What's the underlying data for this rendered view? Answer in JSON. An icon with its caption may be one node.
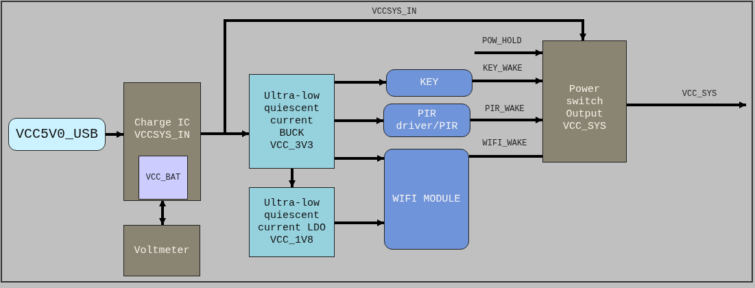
{
  "diagram": {
    "nodes": [
      {
        "text": [
          "VCC5V0_USB"
        ]
      },
      {
        "text": [
          "Charge IC VCCSYS_IN"
        ]
      },
      {
        "text": [
          "VCC_BAT"
        ],
        "in": 1
      },
      {
        "text": [
          "Voltmeter"
        ]
      },
      {
        "text": [
          "Ultra-low quiescent current BUCK VCC_3V3"
        ]
      },
      {
        "text": [
          "Ultra-low quiescent current LDO VCC_1V8"
        ]
      },
      {
        "text": [
          "KEY"
        ]
      },
      {
        "text": [
          "PIR driver/PIR"
        ]
      },
      {
        "text": [
          "WIFI MODULE"
        ]
      },
      {
        "text": [
          "Power switch Output VCC_SYS"
        ]
      }
    ],
    "edges": [
      {
        "from": 0,
        "to": 1,
        "arrow": "to"
      },
      {
        "from": 1,
        "to": 4,
        "arrow": "to"
      },
      {
        "from": 1,
        "to": 9,
        "arrow": "to",
        "label": "VCCSYS_IN"
      },
      {
        "from": 4,
        "to": 6,
        "arrow": "to"
      },
      {
        "from": 4,
        "to": 7,
        "arrow": "to"
      },
      {
        "from": 4,
        "to": 8,
        "arrow": "to"
      },
      {
        "from": 4,
        "to": 5,
        "arrow": "to"
      },
      {
        "from": 5,
        "to": 8,
        "arrow": "to"
      },
      {
        "from": 2,
        "to": 3,
        "arrow": "both"
      },
      {
        "from": 6,
        "to": 9,
        "arrow": "to",
        "label": "KEY_WAKE"
      },
      {
        "from": 7,
        "to": 9,
        "arrow": "to",
        "label": "PIR_WAKE"
      },
      {
        "from": 8,
        "to": 9,
        "arrow": "none",
        "label": "WIFI_WAKE"
      },
      {
        "from": null,
        "to": 9,
        "arrow": "to",
        "label": "POW_HOLD"
      },
      {
        "from": 9,
        "to": null,
        "arrow": "to",
        "label": "VCC_SYS"
      }
    ]
  }
}
